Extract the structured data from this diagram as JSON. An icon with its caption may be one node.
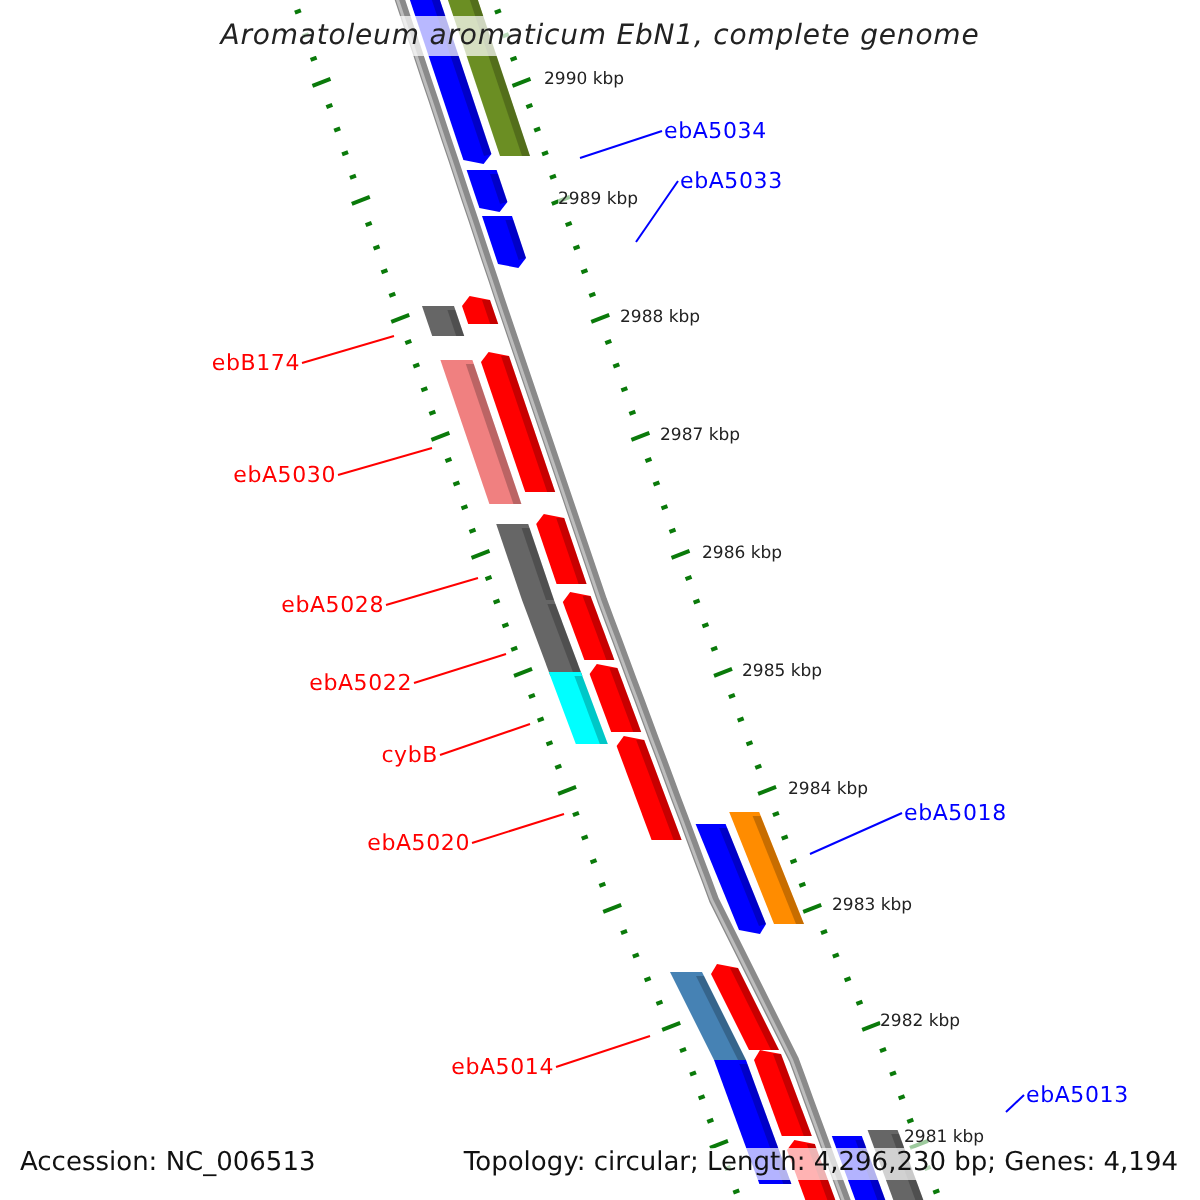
{
  "diagram": {
    "title": "Aromatoleum aromaticum EbN1, complete genome",
    "nodes": [
      {
        "text": [
          "ebA5034"
        ]
      },
      {
        "text": [
          "ebA5033"
        ]
      },
      {
        "text": [
          "ebB174"
        ]
      },
      {
        "text": [
          "ebA5030"
        ]
      },
      {
        "text": [
          "ebA5028"
        ]
      },
      {
        "text": [
          "ebA5022"
        ]
      },
      {
        "text": [
          "cybB"
        ]
      },
      {
        "text": [
          "ebA5020"
        ]
      },
      {
        "text": [
          "ebA5018"
        ]
      },
      {
        "text": [
          "ebA5014"
        ]
      },
      {
        "text": [
          "ebA5013"
        ]
      }
    ],
    "edges": [
      {
        "from": 0,
        "to": null,
        "arrow": "none",
        "color": "#0000ff"
      },
      {
        "from": 1,
        "to": null,
        "arrow": "none",
        "color": "#0000ff"
      },
      {
        "from": 2,
        "to": null,
        "arrow": "none"
      },
      {
        "from": 3,
        "to": null,
        "arrow": "none"
      },
      {
        "from": 4,
        "to": null,
        "arrow": "none"
      },
      {
        "from": 5,
        "to": null,
        "arrow": "none"
      },
      {
        "from": 6,
        "to": null,
        "arrow": "none"
      },
      {
        "from": 7,
        "to": null,
        "arrow": "none"
      },
      {
        "from": 8,
        "to": null,
        "arrow": "none",
        "color": "#0000ff"
      },
      {
        "from": 9,
        "to": null,
        "arrow": "none"
      },
      {
        "from": 10,
        "to": null,
        "arrow": "none",
        "color": "#0000ff"
      }
    ],
    "labels": [
      "2990 kbp",
      "2989 kbp",
      "2988 kbp",
      "2987 kbp",
      "2986 kbp",
      "2985 kbp",
      "2984 kbp",
      "2983 kbp",
      "2982 kbp",
      "2981 kbp",
      "Accession: NC_006513",
      "Topology: circular; Length: 4,296,230 bp; Genes: 4,194"
    ]
  }
}
